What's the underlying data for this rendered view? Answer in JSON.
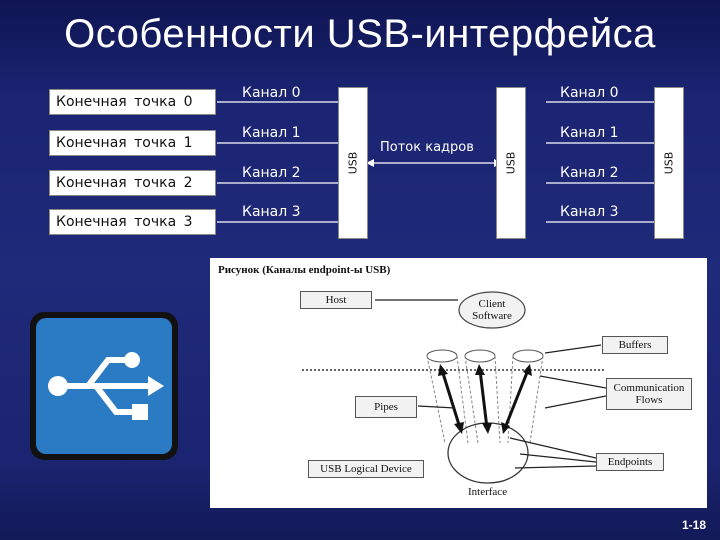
{
  "slide": {
    "title": "Особенности USB-интерфейса",
    "page_number": "1-18"
  },
  "diagram": {
    "endpoints": [
      "Конечная  точка 0",
      "Конечная  точка 1",
      "Конечная  точка 2",
      "Конечная  точка 3"
    ],
    "left_channels": [
      "Канал 0",
      "Канал 1",
      "Канал 2",
      "Канал 3"
    ],
    "right_channels": [
      "Канал 0",
      "Канал 1",
      "Канал 2",
      "Канал 3"
    ],
    "left_bar_label": "USB",
    "right_bar_label_1": "USB",
    "right_bar_label_2": "USB",
    "stream_label": "Поток кадров"
  },
  "figure": {
    "caption": "Рисунок (Каналы endpoint-ы USB)",
    "host": "Host",
    "client_software": "Client Software",
    "buffers": "Buffers",
    "communication_flows": "Communication Flows",
    "pipes": "Pipes",
    "endpoints": "Endpoints",
    "usb_logical_device": "USB Logical Device",
    "interface": "Interface"
  },
  "logo": {
    "icon": "usb-icon",
    "color": "#2b7bc4"
  }
}
